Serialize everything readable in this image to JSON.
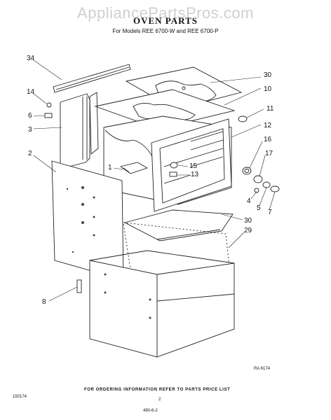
{
  "watermark": "AppliancePartsPros.com",
  "title": "OVEN PARTS",
  "subtitle": "For Models REE 6700-W and REE 6700-P",
  "part_numbers": [
    "34",
    "14",
    "6",
    "3",
    "2",
    "1",
    "8",
    "30",
    "10",
    "11",
    "12",
    "16",
    "17",
    "15",
    "13",
    "4",
    "5",
    "7",
    "30",
    "29"
  ],
  "drawing_code": "RA 6174",
  "footer_note": "FOR ORDERING INFORMATION REFER TO PARTS PRICE LIST",
  "footer_left": "150174",
  "page_number": "2",
  "handwritten": "490-6-2"
}
